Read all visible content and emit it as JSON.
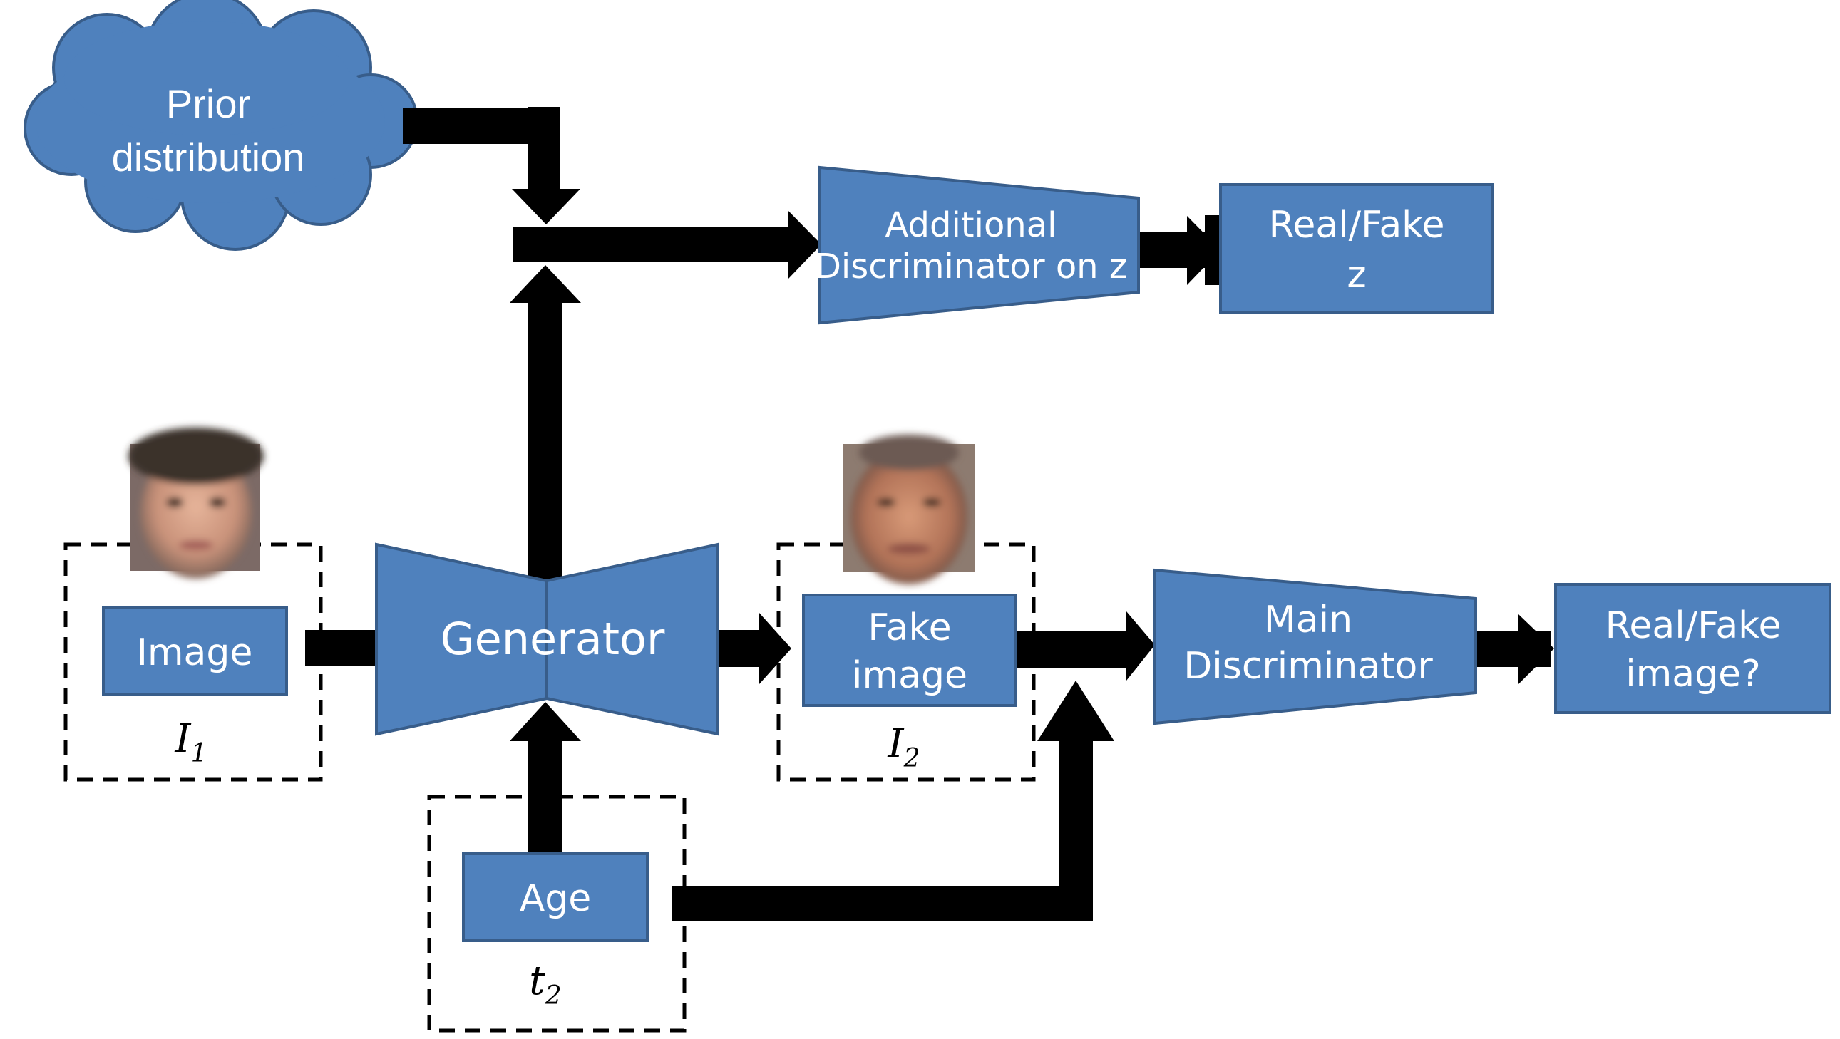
{
  "nodes": {
    "prior": {
      "line1": "Prior",
      "line2": "distribution"
    },
    "additional_disc": {
      "line1": "Additional",
      "line2": "Discriminator on z"
    },
    "real_fake_z": {
      "line1": "Real/Fake",
      "line2": "z"
    },
    "image": {
      "label": "Image"
    },
    "generator": {
      "label": "Generator"
    },
    "fake_image": {
      "line1": "Fake",
      "line2": "image"
    },
    "main_disc": {
      "line1": "Main",
      "line2": "Discriminator"
    },
    "real_fake_image": {
      "line1": "Real/Fake",
      "line2": "image?"
    },
    "age": {
      "label": "Age"
    }
  },
  "symbols": {
    "i1": {
      "base": "I",
      "sub": "1"
    },
    "i2": {
      "base": "I",
      "sub": "2"
    },
    "t2": {
      "base": "t",
      "sub": "2"
    }
  },
  "photos": {
    "input_face": "child-face-photo",
    "output_face": "aged-face-photo"
  },
  "colors": {
    "box_fill": "#4F81BD",
    "box_stroke": "#385D8A",
    "arrow": "#000000"
  }
}
